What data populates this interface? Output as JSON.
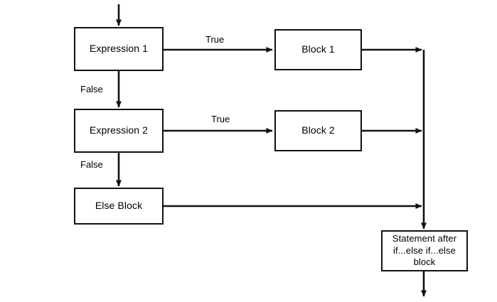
{
  "diagram": {
    "title": "if...else if...else flowchart",
    "background_color": "#ffffff",
    "stroke_color": "#111111",
    "text_color": "#000000",
    "nodes": [
      {
        "id": "expression1",
        "label": "Expression 1",
        "shape": "rectangle"
      },
      {
        "id": "block1",
        "label": "Block 1",
        "shape": "rectangle"
      },
      {
        "id": "expression2",
        "label": "Expression 2",
        "shape": "rectangle"
      },
      {
        "id": "block2",
        "label": "Block 2",
        "shape": "rectangle"
      },
      {
        "id": "elseblock",
        "label": "Else Block",
        "shape": "rectangle"
      },
      {
        "id": "statement",
        "label": "Statement after\nif...else if...else\nblock",
        "shape": "rectangle"
      }
    ],
    "edge_labels": {
      "true1": "True",
      "false1": "False",
      "true2": "True",
      "false2": "False"
    },
    "edges": [
      {
        "from": "entry",
        "to": "expression1",
        "label": ""
      },
      {
        "from": "expression1",
        "to": "block1",
        "label": "True"
      },
      {
        "from": "expression1",
        "to": "expression2",
        "label": "False"
      },
      {
        "from": "expression2",
        "to": "block2",
        "label": "True"
      },
      {
        "from": "expression2",
        "to": "elseblock",
        "label": "False"
      },
      {
        "from": "block1",
        "to": "merge",
        "label": ""
      },
      {
        "from": "block2",
        "to": "merge",
        "label": ""
      },
      {
        "from": "elseblock",
        "to": "merge",
        "label": ""
      },
      {
        "from": "merge",
        "to": "statement",
        "label": ""
      },
      {
        "from": "statement",
        "to": "exit",
        "label": ""
      }
    ]
  }
}
